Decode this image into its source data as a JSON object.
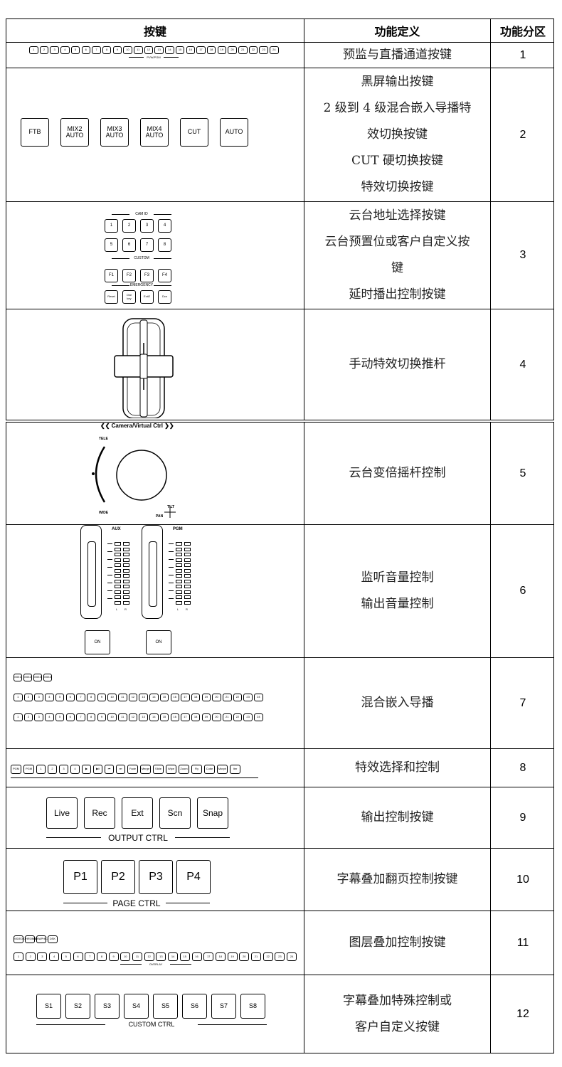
{
  "header": {
    "col_keys": "按键",
    "col_function": "功能定义",
    "col_zone": "功能分区"
  },
  "rows": [
    {
      "zone": "1",
      "desc": [
        "预监与直播通道按键"
      ],
      "keys": [
        "1",
        "2",
        "3",
        "4",
        "5",
        "6",
        "7",
        "8",
        "9",
        "10",
        "11",
        "12",
        "13",
        "14",
        "15",
        "16",
        "17",
        "18",
        "19",
        "20",
        "21",
        "22",
        "23",
        "24"
      ],
      "caption": "PVW/PGM"
    },
    {
      "zone": "2",
      "desc": [
        "黑屏输出按键",
        "2 级到 4 级混合嵌入导播特",
        "效切换按键",
        "CUT 硬切换按键",
        "特效切换按键"
      ],
      "keys": [
        "FTB",
        "MIX2\nAUTO",
        "MIX3\nAUTO",
        "MIX4\nAUTO",
        "CUT",
        "AUTO"
      ]
    },
    {
      "zone": "3",
      "desc": [
        "云台地址选择按键",
        "云台预置位或客户自定义按",
        "键",
        "延时播出控制按键"
      ],
      "labels": {
        "cam": "CAM ID",
        "custom": "CUSTOM",
        "emergency": "EMERGENCY"
      },
      "cam_keys": [
        "1",
        "2",
        "3",
        "4",
        "5",
        "6",
        "7",
        "8"
      ],
      "custom_keys": [
        "F1",
        "F2",
        "F3",
        "F4"
      ],
      "emergency_keys": [
        "Reset",
        "One\nkey",
        "Exit2",
        "Dcn"
      ]
    },
    {
      "zone": "4",
      "desc": [
        "手动特效切换推杆"
      ]
    },
    {
      "zone": "5",
      "desc": [
        "云台变倍摇杆控制"
      ],
      "labels": {
        "title": "Camera/Virtual Ctrl",
        "tele": "TELE",
        "wide": "WIDE",
        "tilt": "TILT",
        "pan": "PAN"
      }
    },
    {
      "zone": "6",
      "desc": [
        "监听音量控制",
        "输出音量控制"
      ],
      "labels": {
        "aux": "AUX",
        "pgm": "PGM",
        "on": "ON",
        "l": "L",
        "r": "R"
      }
    },
    {
      "zone": "7",
      "desc": [
        "混合嵌入导播"
      ],
      "mix_keys": [
        "MIX1",
        "MIX2",
        "MIX3",
        "MIX4"
      ]
    },
    {
      "zone": "8",
      "desc": [
        "特效选择和控制"
      ],
      "keys": [
        "PGM",
        "PGM",
        "1",
        "2",
        "3",
        "4",
        "▶",
        "▶‖",
        "⏮",
        "⏭",
        "Fade",
        "Merge",
        "Slide",
        "Wipe",
        "Zoom",
        "Fly",
        "Cube",
        "Morph",
        "Iter"
      ]
    },
    {
      "zone": "9",
      "desc": [
        "输出控制按键"
      ],
      "keys": [
        "Live",
        "Rec",
        "Ext",
        "Scn",
        "Snap"
      ],
      "caption": "OUTPUT CTRL"
    },
    {
      "zone": "10",
      "desc": [
        "字幕叠加翻页控制按键"
      ],
      "keys": [
        "P1",
        "P2",
        "P3",
        "P4"
      ],
      "caption": "PAGE CTRL"
    },
    {
      "zone": "11",
      "desc": [
        "图层叠加控制按键"
      ],
      "keys": [
        "VIDEO",
        "CHROMA",
        "GRAPHIC",
        "DSK"
      ],
      "caption": "OVERLAY"
    },
    {
      "zone": "12",
      "desc": [
        "字幕叠加特殊控制或",
        "客户自定义按键"
      ],
      "keys": [
        "S1",
        "S2",
        "S3",
        "S4",
        "S5",
        "S6",
        "S7",
        "S8"
      ],
      "caption": "CUSTOM CTRL"
    }
  ]
}
